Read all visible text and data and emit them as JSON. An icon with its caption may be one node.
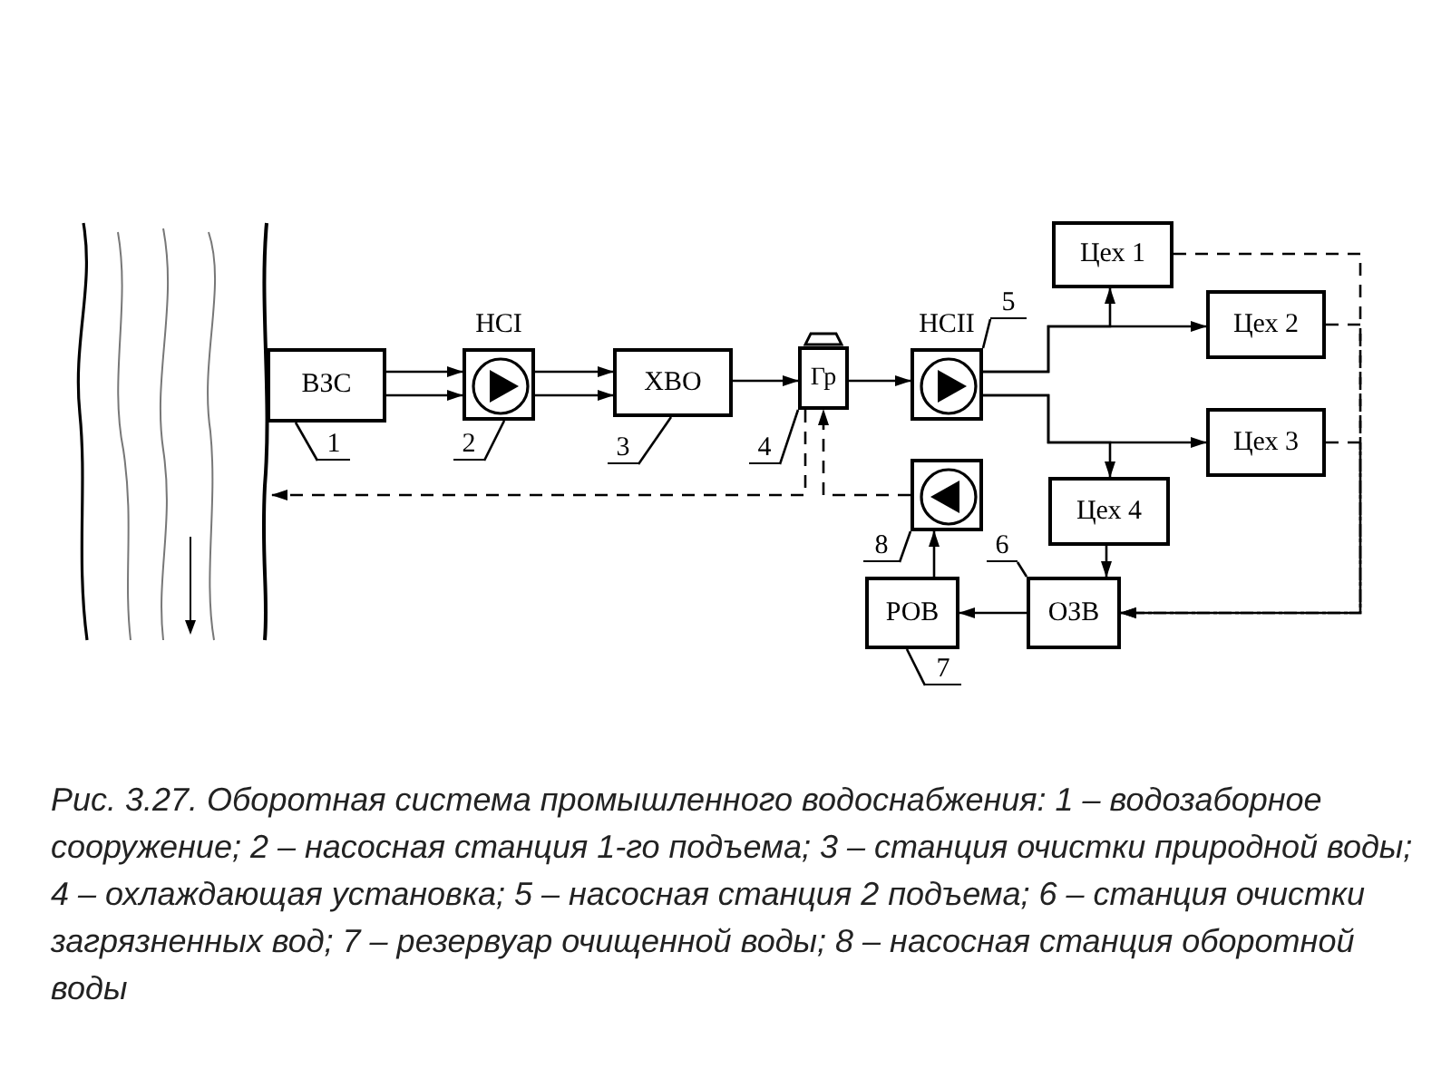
{
  "diagram": {
    "caption": "Рис. 3.27. Оборотная система промышленного водоснабжения: 1 – водозаборное сооружение; 2 – насосная станция 1-го подъема; 3 – станция очистки природной воды; 4 – охлаждающая установка; 5 – насосная станция 2 подъема; 6 – станция очистки загрязненных вод; 7 – резервуар очищенной воды; 8 – насосная станция оборотной воды",
    "nodes": [
      {
        "text": [],
        "shape": "picture"
      },
      {
        "text": [
          "ВЗС"
        ]
      },
      {
        "text": [
          "НСI"
        ]
      },
      {
        "text": [
          "ХВО"
        ]
      },
      {
        "text": [
          "Гр"
        ]
      },
      {
        "text": [
          "НСII"
        ]
      },
      {
        "text": [
          "Цех 1"
        ]
      },
      {
        "text": [
          "Цех 2"
        ]
      },
      {
        "text": [
          "Цех 3"
        ]
      },
      {
        "text": [
          "Цех 4"
        ]
      },
      {
        "text": [],
        "shape": "circle"
      },
      {
        "text": [
          "ОЗВ"
        ]
      },
      {
        "text": [
          "РОВ"
        ]
      },
      {
        "text": [
          "1"
        ]
      },
      {
        "text": [
          "2"
        ]
      },
      {
        "text": [
          "3"
        ]
      },
      {
        "text": [
          "4"
        ]
      },
      {
        "text": [
          "5"
        ]
      },
      {
        "text": [
          "6"
        ]
      },
      {
        "text": [
          "7"
        ]
      },
      {
        "text": [
          "8"
        ]
      }
    ],
    "edges": [
      {
        "from": 1,
        "to": 2,
        "arrow": "to"
      },
      {
        "from": 1,
        "to": 2,
        "arrow": "to"
      },
      {
        "from": 2,
        "to": 3,
        "arrow": "to"
      },
      {
        "from": 2,
        "to": 3,
        "arrow": "to"
      },
      {
        "from": 3,
        "to": 4,
        "arrow": "to"
      },
      {
        "from": 4,
        "to": 5,
        "arrow": "to"
      },
      {
        "from": 5,
        "to": 6,
        "arrow": "to"
      },
      {
        "from": 5,
        "to": 7,
        "arrow": "to"
      },
      {
        "from": 5,
        "to": 8,
        "arrow": "to"
      },
      {
        "from": 5,
        "to": 9,
        "arrow": "to"
      },
      {
        "from": 6,
        "to": 11,
        "arrow": "to",
        "style": "dashed"
      },
      {
        "from": 7,
        "to": 11,
        "arrow": "to",
        "style": "dashed"
      },
      {
        "from": 8,
        "to": 11,
        "arrow": "to",
        "style": "dashed"
      },
      {
        "from": 9,
        "to": 11,
        "arrow": "to"
      },
      {
        "from": 11,
        "to": 12,
        "arrow": "to"
      },
      {
        "from": 12,
        "to": 10,
        "arrow": "to"
      },
      {
        "from": 10,
        "to": 4,
        "arrow": "to",
        "style": "dashed"
      },
      {
        "from": 4,
        "to": 0,
        "arrow": "to",
        "style": "dashed"
      },
      {
        "from": 13,
        "to": 1,
        "arrow": "none"
      },
      {
        "from": 14,
        "to": 2,
        "arrow": "none"
      },
      {
        "from": 15,
        "to": 3,
        "arrow": "none"
      },
      {
        "from": 16,
        "to": 4,
        "arrow": "none"
      },
      {
        "from": 17,
        "to": 5,
        "arrow": "none"
      },
      {
        "from": 18,
        "to": 11,
        "arrow": "none"
      },
      {
        "from": 19,
        "to": 12,
        "arrow": "none"
      },
      {
        "from": 20,
        "to": 10,
        "arrow": "none"
      }
    ]
  }
}
